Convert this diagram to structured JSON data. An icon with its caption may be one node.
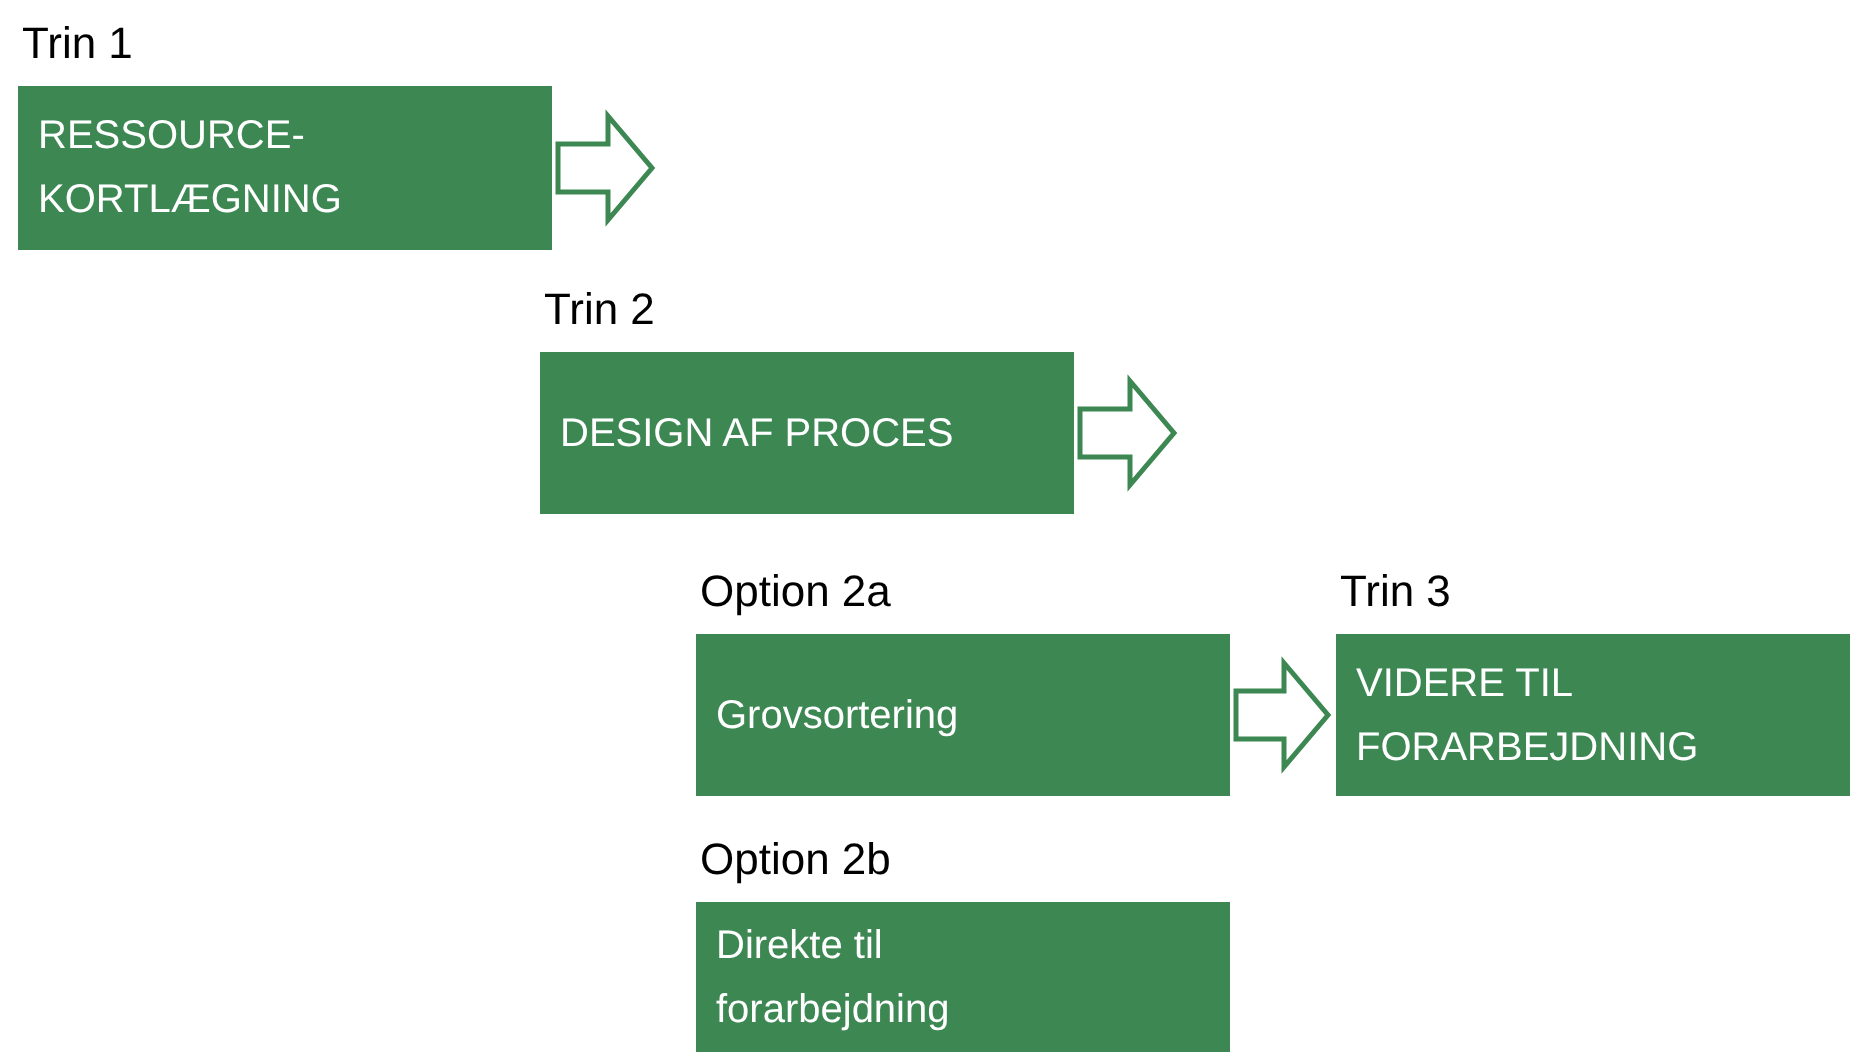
{
  "diagram": {
    "nodes": [
      {
        "text": [
          "Trin 1",
          "RESSOURCE- KORTLÆGNING"
        ]
      },
      {
        "text": [
          "Trin 2",
          "DESIGN AF PROCES"
        ]
      },
      {
        "text": [
          "Option 2a",
          "Grovsortering"
        ]
      },
      {
        "text": [
          "Trin 3",
          "VIDERE TIL FORARBEJDNING"
        ]
      },
      {
        "text": [
          "Option 2b",
          "Direkte til forarbejdning"
        ]
      }
    ],
    "edges": [
      {
        "from": 0,
        "to": null,
        "arrow": "to"
      },
      {
        "from": 1,
        "to": null,
        "arrow": "to"
      },
      {
        "from": 2,
        "to": 3,
        "arrow": "to"
      }
    ]
  }
}
